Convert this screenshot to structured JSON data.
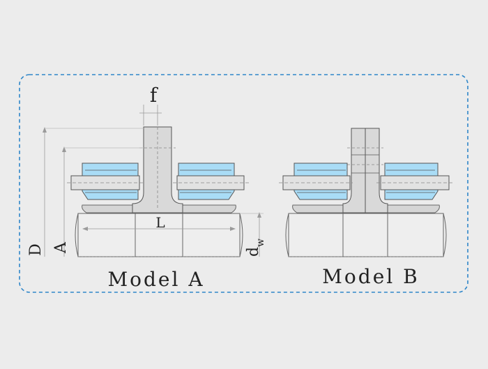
{
  "labels": {
    "f": "f",
    "L": "L",
    "D": "D",
    "A": "A",
    "dw_main": "d",
    "dw_sub": "w",
    "model_a": "Model A",
    "model_b": "Model B"
  },
  "colors": {
    "background": "#ececec",
    "frame_border": "#2e86c9",
    "bearing_fill": "#a9dcf6",
    "metal_fill": "#d9d9d9",
    "outline": "#555555",
    "dim_line": "#9a9a9a"
  }
}
